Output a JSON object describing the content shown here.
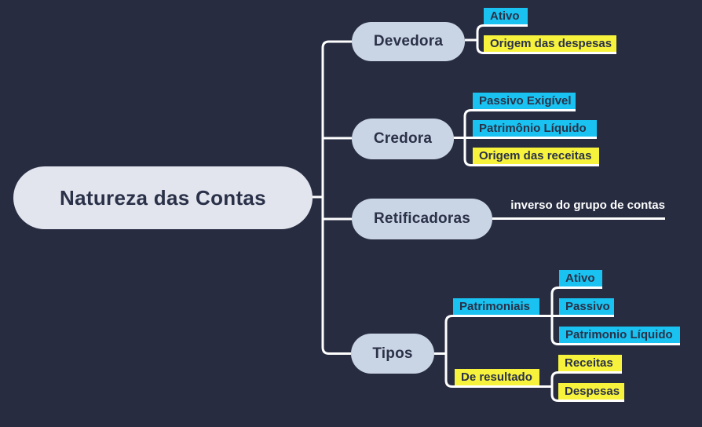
{
  "palette": {
    "canvas_bg": "#272c41",
    "root_pill": "#e2e5ee",
    "branch_pill": "#c9d5e4",
    "cyan": "#19c2f0",
    "yellow": "#f7f33d",
    "text_dark": "#2a3148",
    "line_color": "#ffffff"
  },
  "root": {
    "label": "Natureza das Contas"
  },
  "branches": [
    {
      "label": "Devedora",
      "children": [
        {
          "label": "Ativo",
          "color": "cyan"
        },
        {
          "label": "Origem das despesas",
          "color": "yellow"
        }
      ]
    },
    {
      "label": "Credora",
      "children": [
        {
          "label": "Passivo Exigível",
          "color": "cyan"
        },
        {
          "label": "Patrimônio Líquido",
          "color": "cyan"
        },
        {
          "label": "Origem das receitas",
          "color": "yellow"
        }
      ]
    },
    {
      "label": "Retificadoras",
      "children": [
        {
          "label": "inverso do grupo de contas",
          "color": "none"
        }
      ]
    },
    {
      "label": "Tipos",
      "children": [
        {
          "label": "Patrimoniais",
          "color": "cyan",
          "children": [
            {
              "label": "Ativo",
              "color": "cyan"
            },
            {
              "label": "Passivo",
              "color": "cyan"
            },
            {
              "label": "Patrimonio Líquido",
              "color": "cyan"
            }
          ]
        },
        {
          "label": "De resultado",
          "color": "yellow",
          "children": [
            {
              "label": "Receitas",
              "color": "yellow"
            },
            {
              "label": "Despesas",
              "color": "yellow"
            }
          ]
        }
      ]
    }
  ]
}
